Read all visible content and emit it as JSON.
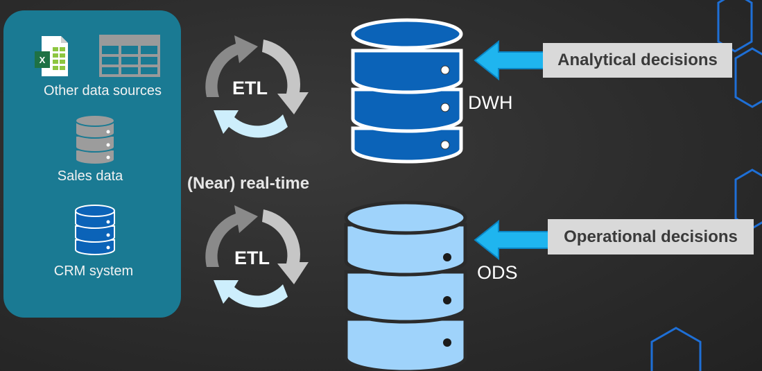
{
  "sources": {
    "other_label": "Other data sources",
    "excel_badge": "X",
    "sales_label": "Sales data",
    "crm_label": "CRM system"
  },
  "etl": {
    "top_label": "ETL",
    "bottom_label": "ETL",
    "realtime_label": "(Near) real-time"
  },
  "warehouses": {
    "dwh_label": "DWH",
    "ods_label": "ODS"
  },
  "decisions": {
    "analytical": "Analytical decisions",
    "operational": "Operational decisions"
  },
  "colors": {
    "panel": "#1a7a93",
    "dwh_blue": "#0b63b8",
    "ods_light_blue": "#9fd3fb",
    "arrow_cyan": "#1fb5ef",
    "hex_outline": "#1e6fd6"
  }
}
